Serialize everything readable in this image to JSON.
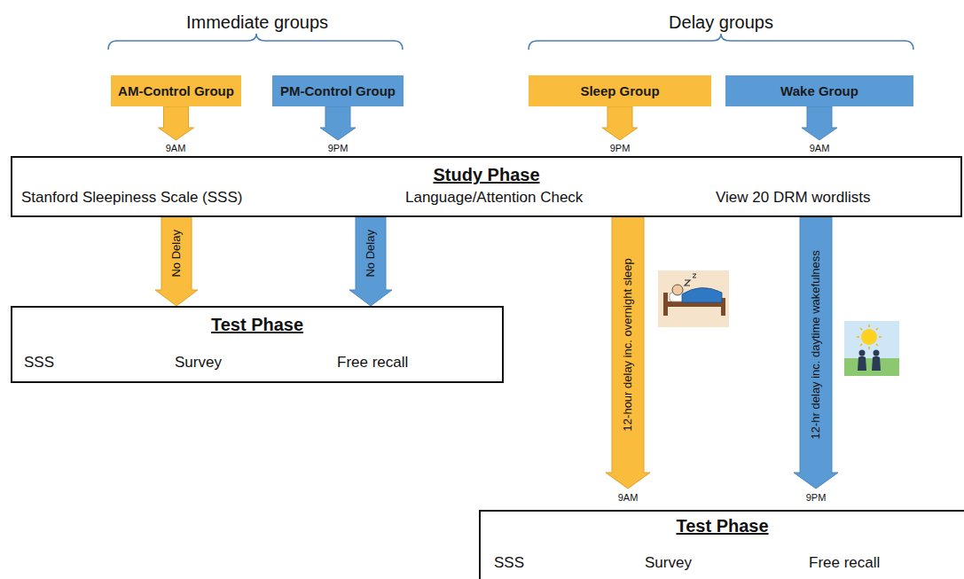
{
  "diagram": {
    "nodes": [
      {
        "text": [
          "AM-Control Group"
        ]
      },
      {
        "text": [
          "PM-Control Group"
        ]
      },
      {
        "text": [
          "Sleep Group"
        ]
      },
      {
        "text": [
          "Wake Group"
        ]
      },
      {
        "text": [
          "Study Phase"
        ]
      },
      {
        "text": [
          "Stanford Sleepiness Scale (SSS)"
        ],
        "in": 4
      },
      {
        "text": [
          "Language/Attention Check"
        ],
        "in": 4
      },
      {
        "text": [
          "View 20 DRM wordlists"
        ],
        "in": 4
      },
      {
        "text": [
          "Test Phase"
        ]
      },
      {
        "text": [
          "SSS"
        ],
        "in": 8
      },
      {
        "text": [
          "Survey"
        ],
        "in": 8
      },
      {
        "text": [
          "Free recall"
        ],
        "in": 8
      },
      {
        "text": [
          "Test Phase"
        ]
      },
      {
        "text": [
          "SSS"
        ],
        "in": 12
      },
      {
        "text": [
          "Survey"
        ],
        "in": 12
      },
      {
        "text": [
          "Free recall"
        ],
        "in": 12
      }
    ],
    "edges": [
      {
        "from": 0,
        "to": 4,
        "arrow": "to"
      },
      {
        "from": 1,
        "to": 4,
        "arrow": "to"
      },
      {
        "from": 2,
        "to": 4,
        "arrow": "to"
      },
      {
        "from": 3,
        "to": 4,
        "arrow": "to"
      },
      {
        "from": 5,
        "to": 6,
        "arrow": "to"
      },
      {
        "from": 6,
        "to": 7,
        "arrow": "to"
      },
      {
        "from": 4,
        "to": 8,
        "label": "No Delay",
        "arrow": "to"
      },
      {
        "from": 4,
        "to": 8,
        "label": "No Delay",
        "arrow": "to"
      },
      {
        "from": 4,
        "to": 12,
        "label": "12-hour delay inc. overnight sleep",
        "arrow": "to"
      },
      {
        "from": 4,
        "to": 12,
        "label": "12-hr delay inc. daytime wakefulness",
        "arrow": "to"
      },
      {
        "from": 9,
        "to": 10,
        "arrow": "to"
      },
      {
        "from": 10,
        "to": 11,
        "arrow": "to"
      },
      {
        "from": 13,
        "to": 14,
        "arrow": "to"
      },
      {
        "from": 14,
        "to": 15,
        "arrow": "to"
      }
    ],
    "labels": [
      "Immediate groups",
      "Delay groups",
      "9AM",
      "9PM",
      "9PM",
      "9AM",
      "9AM",
      "9PM"
    ]
  }
}
